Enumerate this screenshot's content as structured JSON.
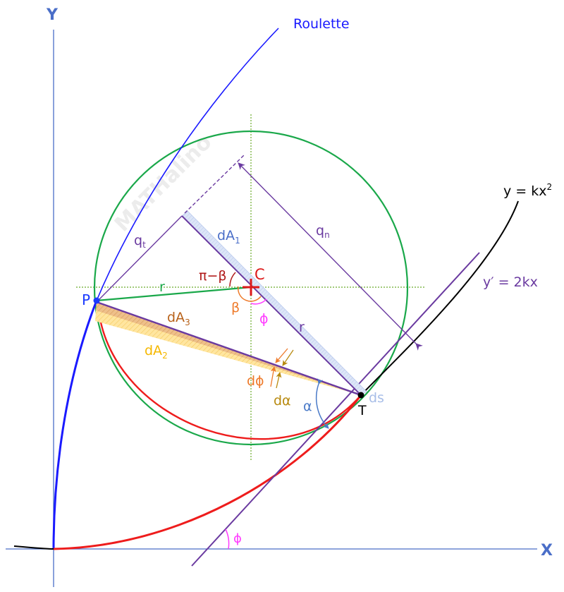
{
  "diagram": {
    "watermark": "MATHalino",
    "axes": {
      "x_label": "X",
      "y_label": "Y",
      "color": "#4a6ec8"
    },
    "curves": {
      "roulette": {
        "label": "Roulette",
        "color": "#1a1aff"
      },
      "parabola": {
        "label": "y = kx",
        "label_sup": "2",
        "color": "#000000"
      },
      "tangent": {
        "label": "y′ = 2kx",
        "color": "#6a3aa0"
      },
      "red_arc": {
        "color": "#ee1c1c"
      },
      "rolling_circle": {
        "color": "#1aa84a"
      }
    },
    "points": {
      "P": {
        "label": "P",
        "color": "#1a3aff"
      },
      "C": {
        "label": "C",
        "color": "#dd1a1a"
      },
      "T": {
        "label": "T",
        "color": "#000000"
      }
    },
    "labels": {
      "r_green": "r",
      "r_purple": "r",
      "q_t": "q",
      "q_t_sub": "t",
      "q_n": "q",
      "q_n_sub": "n",
      "dA1": "dA",
      "dA1_sub": "1",
      "dA2": "dA",
      "dA2_sub": "2",
      "dA3": "dA",
      "dA3_sub": "3",
      "pi_minus_beta": "π−β",
      "beta": "β",
      "phi_center": "ϕ",
      "phi_axis": "ϕ",
      "d_phi": "dϕ",
      "d_alpha": "dα",
      "alpha": "α",
      "ds": "ds"
    },
    "colors": {
      "purple": "#6a3aa0",
      "green": "#1aa84a",
      "dotted_green": "#6aaa2a",
      "dA1_fill": "#c8d8f4",
      "dA1_text": "#4a6ec8",
      "dA2_fill": "#ffe08a",
      "dA2_text": "#f5b800",
      "dA3_fill": "#e8b070",
      "dA3_text": "#b8621a",
      "dark_red": "#b01a1a",
      "orange": "#ee7a2a",
      "magenta": "#ff3aff",
      "olive": "#b88a10",
      "alpha_blue": "#4a7ac8",
      "ds_text": "#a8bee8"
    }
  }
}
